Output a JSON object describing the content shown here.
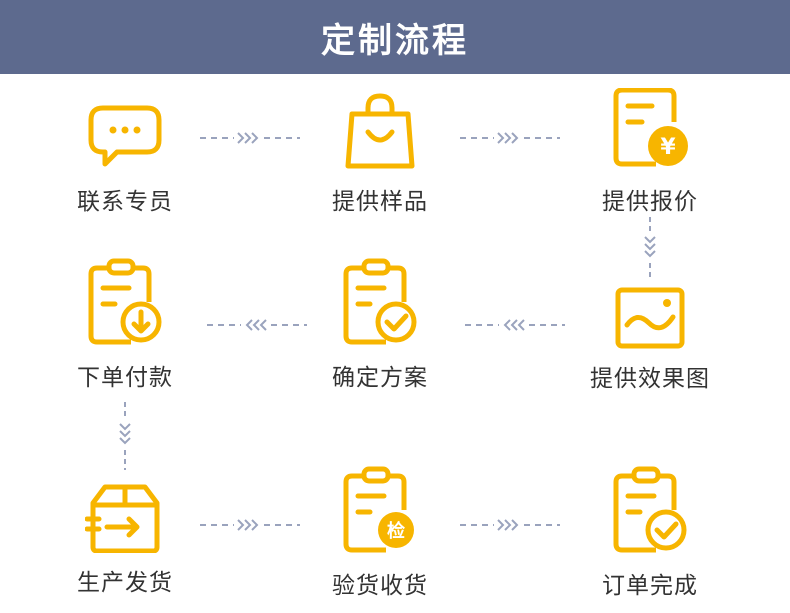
{
  "header": {
    "title": "定制流程"
  },
  "colors": {
    "header_bg": "#5d6a8e",
    "icon": "#f7b500",
    "connector": "#9aa3bd",
    "label": "#333333"
  },
  "steps": [
    {
      "label": "联系专员",
      "icon": "chat-bubble-icon"
    },
    {
      "label": "提供样品",
      "icon": "shopping-bag-icon"
    },
    {
      "label": "提供报价",
      "icon": "price-document-icon"
    },
    {
      "label": "提供效果图",
      "icon": "image-icon"
    },
    {
      "label": "确定方案",
      "icon": "clipboard-check-icon"
    },
    {
      "label": "下单付款",
      "icon": "clipboard-download-icon"
    },
    {
      "label": "生产发货",
      "icon": "delivery-box-icon"
    },
    {
      "label": "验货收货",
      "icon": "clipboard-inspect-icon"
    },
    {
      "label": "订单完成",
      "icon": "clipboard-complete-icon"
    }
  ],
  "inspect_badge": "检"
}
